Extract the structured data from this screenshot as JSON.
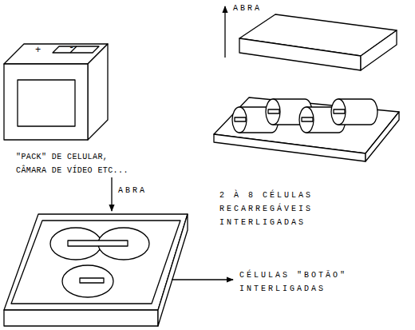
{
  "diagram": {
    "labels": [
      "ABRA",
      "+",
      "-",
      "\"PACK\" DE CELULAR, CÂMARA DE VÍDEO ETC...",
      "2 À 8 CÉLULAS RECARREGÁVEIS INTERLIGADAS",
      "ABRA",
      "CÉLULAS \"BOTÃO\" INTERLIGADAS"
    ]
  }
}
